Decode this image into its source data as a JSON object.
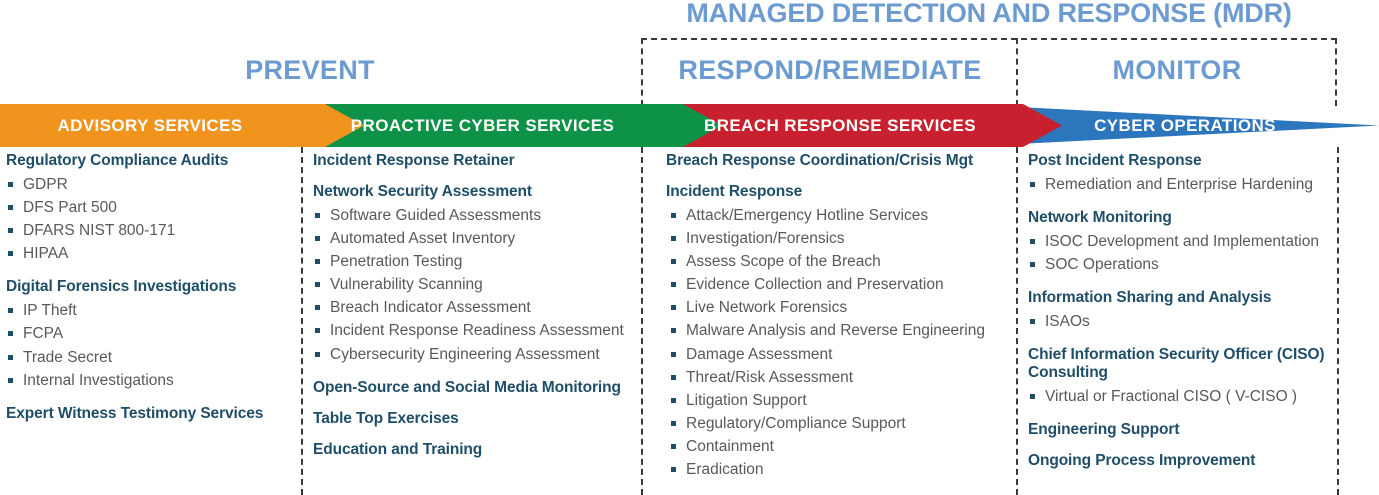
{
  "mdr": {
    "title": "MANAGED DETECTION AND RESPONSE (MDR)"
  },
  "phases": {
    "prevent": "PREVENT",
    "respond": "RESPOND/REMEDIATE",
    "monitor": "MONITOR"
  },
  "banner": {
    "segments": [
      {
        "label": "ADVISORY SERVICES",
        "color": "#F0941E"
      },
      {
        "label": "PROACTIVE CYBER SERVICES",
        "color": "#0D9247"
      },
      {
        "label": "BREACH RESPONSE SERVICES",
        "color": "#C8202F"
      },
      {
        "label": "CYBER OPERATIONS",
        "color": "#2B76BC"
      }
    ]
  },
  "colors": {
    "heading": "#1F4E68",
    "body": "#595959",
    "phase_label": "#6C9BD2",
    "mdr_title": "#6C9BD2",
    "dashed": "#3a3a3a",
    "orange": "#F0941E",
    "green": "#0D9247",
    "red": "#C8202F",
    "blue": "#2B76BC"
  },
  "columns": [
    {
      "id": "advisory-services",
      "groups": [
        {
          "heading": "Regulatory Compliance Audits",
          "items": [
            "GDPR",
            "DFS Part 500",
            "DFARS NIST 800-171",
            "HIPAA"
          ]
        },
        {
          "heading": "Digital Forensics Investigations",
          "items": [
            "IP Theft",
            "FCPA",
            "Trade Secret",
            "Internal Investigations"
          ]
        },
        {
          "heading": "Expert Witness Testimony Services",
          "items": []
        }
      ]
    },
    {
      "id": "proactive-cyber-services",
      "groups": [
        {
          "heading": "Incident Response Retainer",
          "items": []
        },
        {
          "heading": "Network Security Assessment",
          "items": [
            "Software Guided Assessments",
            "Automated Asset Inventory",
            "Penetration Testing",
            "Vulnerability Scanning",
            "Breach Indicator Assessment",
            "Incident Response Readiness Assessment",
            "Cybersecurity Engineering Assessment"
          ]
        },
        {
          "heading": "Open-Source and Social Media Monitoring",
          "items": []
        },
        {
          "heading": "Table Top Exercises",
          "items": []
        },
        {
          "heading": "Education and Training",
          "items": []
        }
      ]
    },
    {
      "id": "breach-response-services",
      "groups": [
        {
          "heading": "Breach Response Coordination/Crisis Mgt",
          "items": []
        },
        {
          "heading": "Incident Response",
          "items": [
            "Attack/Emergency Hotline Services",
            "Investigation/Forensics",
            "Assess Scope of the Breach",
            "Evidence Collection and Preservation",
            "Live Network Forensics",
            "Malware Analysis and Reverse Engineering",
            "Damage Assessment",
            "Threat/Risk Assessment",
            "Litigation Support",
            "Regulatory/Compliance Support",
            "Containment",
            "Eradication"
          ]
        }
      ]
    },
    {
      "id": "cyber-operations",
      "groups": [
        {
          "heading": "Post Incident Response",
          "items": [
            "Remediation and Enterprise Hardening"
          ]
        },
        {
          "heading": "Network Monitoring",
          "items": [
            "ISOC Development and Implementation",
            "SOC Operations"
          ]
        },
        {
          "heading": "Information Sharing and Analysis",
          "items": [
            "ISAOs"
          ]
        },
        {
          "heading": "Chief Information Security Officer (CISO) Consulting",
          "items": [
            "Virtual or Fractional CISO ( V-CISO )"
          ]
        },
        {
          "heading": "Engineering Support",
          "items": []
        },
        {
          "heading": "Ongoing Process Improvement",
          "items": []
        }
      ]
    }
  ]
}
